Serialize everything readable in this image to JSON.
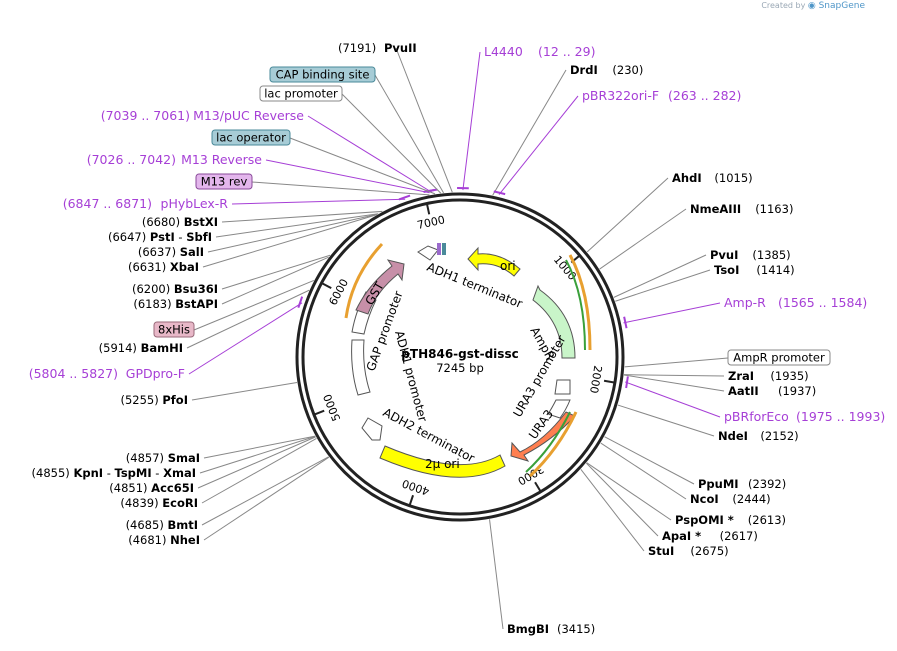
{
  "credit": {
    "prefix": "Created by",
    "brand": "SnapGene"
  },
  "plasmid": {
    "name": "pTH846-gst-dissc",
    "size_label": "7245 bp",
    "length": 7245
  },
  "ticks": [
    {
      "pos": 1000,
      "label": "1000"
    },
    {
      "pos": 2000,
      "label": "2000"
    },
    {
      "pos": 3000,
      "label": "3000"
    },
    {
      "pos": 4000,
      "label": "4000"
    },
    {
      "pos": 5000,
      "label": "5000"
    },
    {
      "pos": 6000,
      "label": "6000"
    },
    {
      "pos": 7000,
      "label": "7000"
    }
  ],
  "enzymes_right": [
    {
      "name": "PvuII",
      "pos_text": "(7191)",
      "pos": 7191,
      "label_first": "pos"
    },
    {
      "name": "DrdI",
      "pos_text": "(230)",
      "pos": 230
    },
    {
      "name": "AhdI",
      "pos_text": "(1015)",
      "pos": 1015
    },
    {
      "name": "NmeAIII",
      "pos_text": "(1163)",
      "pos": 1163
    },
    {
      "name": "PvuI",
      "pos_text": "(1385)",
      "pos": 1385
    },
    {
      "name": "TsoI",
      "pos_text": "(1414)",
      "pos": 1414
    },
    {
      "name": "ZraI",
      "pos_text": "(1935)",
      "pos": 1935
    },
    {
      "name": "AatII",
      "pos_text": "(1937)",
      "pos": 1937
    },
    {
      "name": "NdeI",
      "pos_text": "(2152)",
      "pos": 2152
    },
    {
      "name": "PpuMI",
      "pos_text": "(2392)",
      "pos": 2392
    },
    {
      "name": "NcoI",
      "pos_text": "(2444)",
      "pos": 2444
    },
    {
      "name": "PspOMI *",
      "pos_text": "(2613)",
      "pos": 2613
    },
    {
      "name": "ApaI *",
      "pos_text": "(2617)",
      "pos": 2617
    },
    {
      "name": "StuI",
      "pos_text": "(2675)",
      "pos": 2675
    },
    {
      "name": "BmgBI",
      "pos_text": "(3415)",
      "pos": 3415
    }
  ],
  "enzymes_left": [
    {
      "name": "BstXI",
      "pos_text": "(6680)",
      "pos": 6680
    },
    {
      "name": "PstI",
      "name2": "SbfI",
      "pos_text": "(6647)",
      "pos": 6647
    },
    {
      "name": "SalI",
      "pos_text": "(6637)",
      "pos": 6637
    },
    {
      "name": "XbaI",
      "pos_text": "(6631)",
      "pos": 6631
    },
    {
      "name": "Bsu36I",
      "pos_text": "(6200)",
      "pos": 6200
    },
    {
      "name": "BstAPI",
      "pos_text": "(6183)",
      "pos": 6183
    },
    {
      "name": "BamHI",
      "pos_text": "(5914)",
      "pos": 5914
    },
    {
      "name": "PfoI",
      "pos_text": "(5255)",
      "pos": 5255
    },
    {
      "name": "SmaI",
      "pos_text": "(4857)",
      "pos": 4857
    },
    {
      "name": "KpnI",
      "name2": "TspMI",
      "name3": "XmaI",
      "pos_text": "(4855)",
      "pos": 4855
    },
    {
      "name": "Acc65I",
      "pos_text": "(4851)",
      "pos": 4851
    },
    {
      "name": "EcoRI",
      "pos_text": "(4839)",
      "pos": 4839
    },
    {
      "name": "BmtI",
      "pos_text": "(4685)",
      "pos": 4685
    },
    {
      "name": "NheI",
      "pos_text": "(4681)",
      "pos": 4681
    }
  ],
  "primers": [
    {
      "name": "L4440",
      "range": "(12 .. 29)",
      "pos": 20
    },
    {
      "name": "pBR322ori-F",
      "range": "(263 .. 282)",
      "pos": 272
    },
    {
      "name": "Amp-R",
      "range": "(1565 .. 1584)",
      "pos": 1574
    },
    {
      "name": "pBRforEco",
      "range": "(1975 .. 1993)",
      "pos": 1984
    },
    {
      "name": "M13/pUC Reverse",
      "range": "(7039 .. 7061)",
      "pos": 7050
    },
    {
      "name": "M13 Reverse",
      "range": "(7026 .. 7042)",
      "pos": 7034
    },
    {
      "name": "pHybLex-R",
      "range": "(6847 .. 6871)",
      "pos": 6859
    },
    {
      "name": "GPDpro-F",
      "range": "(5804 .. 5827)",
      "pos": 5815
    }
  ],
  "boxed_features": [
    {
      "label": "CAP binding site",
      "fill": "#a7ccd6",
      "stroke": "#4a8a9a",
      "pos": 7130
    },
    {
      "label": "lac promoter",
      "fill": "#ffffff",
      "stroke": "#888888",
      "pos": 7110
    },
    {
      "label": "lac operator",
      "fill": "#a7ccd6",
      "stroke": "#4a8a9a",
      "pos": 7070
    },
    {
      "label": "M13 rev",
      "fill": "#e3b6ec",
      "stroke": "#8a4a9a",
      "pos": 7030
    },
    {
      "label": "8xHis",
      "fill": "#e8b8c8",
      "stroke": "#9a6a7a",
      "pos": 5990
    },
    {
      "label": "AmpR promoter",
      "fill": "#ffffff",
      "stroke": "#888888",
      "pos": 1880
    }
  ],
  "inner_features": [
    {
      "label": "ori",
      "fill": "#ffff00"
    },
    {
      "label": "ADH1 terminator",
      "fill": "#ffffff"
    },
    {
      "label": "AmpR",
      "fill": "#c9f5c9"
    },
    {
      "label": "AmpR promoter",
      "fill": "#ffffff"
    },
    {
      "label": "URA3 promoter",
      "fill": "#ffffff"
    },
    {
      "label": "URA3",
      "fill": "#ff7f50"
    },
    {
      "label": "2μ ori",
      "fill": "#ffff00"
    },
    {
      "label": "ADH2 terminator",
      "fill": "#ffffff"
    },
    {
      "label": "ADH1 promoter",
      "fill": "#ffffff"
    },
    {
      "label": "GAP promoter",
      "fill": "#ffffff"
    },
    {
      "label": "GST",
      "fill": "#c78fa8"
    }
  ],
  "colors": {
    "primer": "#a63fd6",
    "enzyme_line": "#888888",
    "ring": "#222222"
  }
}
